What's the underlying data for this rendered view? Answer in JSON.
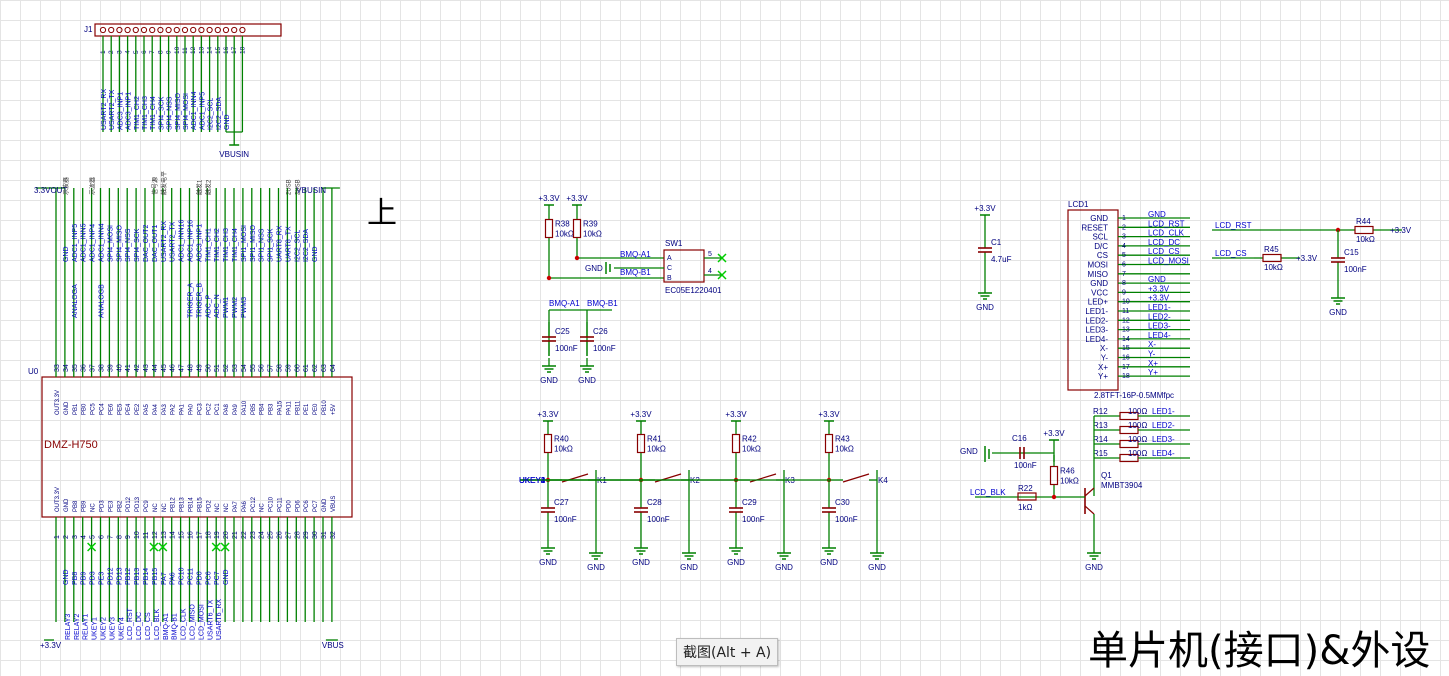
{
  "colors": {
    "wire": "#008000",
    "body": "#880000",
    "net_text": "#0000cc",
    "part_text": "#000080",
    "nc_mark": "#00cc00"
  },
  "j1": {
    "ref": "J1",
    "pins": [
      "1",
      "2",
      "3",
      "4",
      "5",
      "6",
      "7",
      "8",
      "9",
      "10",
      "11",
      "12",
      "13",
      "14",
      "15",
      "16",
      "17",
      "18"
    ],
    "nets": [
      "USART2_RX",
      "USART2_TX",
      "ADC3_INP1",
      "ADC3_INP1",
      "TIM1_CH2",
      "TIM1_CH3",
      "TIM1_CH4",
      "SPI4_SCK",
      "SPI4_NSS",
      "SPI4_MISO",
      "SPI4_MOSI",
      "ADC1_INN4",
      "ADC1_INP5",
      "I2C2_SCL",
      "I2C2_SDA",
      "GND"
    ],
    "power": "VBUSIN"
  },
  "mcu": {
    "ref": "U0",
    "name": "DMZ-H750",
    "top_left_power": "3.3VOUT",
    "top_right_power": "VBUSIN",
    "top_pins": [
      "33",
      "34",
      "35",
      "36",
      "37",
      "38",
      "39",
      "40",
      "41",
      "42",
      "43",
      "44",
      "45",
      "46",
      "47",
      "48",
      "49",
      "50",
      "51",
      "52",
      "53",
      "54",
      "55",
      "56",
      "57",
      "58",
      "59",
      "60",
      "61",
      "62",
      "63",
      "64"
    ],
    "top_ports": [
      "OUT3.3V",
      "GND",
      "PB1",
      "PB0",
      "PC5",
      "PC4",
      "PE6",
      "PE5",
      "PE4",
      "PE2",
      "PA5",
      "PA4",
      "PA3",
      "PA2",
      "PA1",
      "PA0",
      "PC3",
      "PC2",
      "PC1",
      "PA8",
      "PA9",
      "PA10",
      "PB5",
      "PB4",
      "PB3",
      "PA15",
      "PA11",
      "PB11",
      "PE1",
      "PE0",
      "PB10",
      "+5V"
    ],
    "top_nets": [
      "GND",
      "ADC1_INP5",
      "ADC1_INN5",
      "ADC1_INP4",
      "ADC1_INN4",
      "SPI4_MOSI",
      "SPI4_MISO",
      "SPI4_NSS",
      "SPI4_SCK",
      "DAC_OUT2",
      "DAC_OUT1",
      "USART2_RX",
      "USART2_TX",
      "ADC1_INN16",
      "ADC1_INP16",
      "ADC3_INP1",
      "TIM1_CH1",
      "TIM1_CH2",
      "TIM1_CH3",
      "TIM1_CH4",
      "SPI1_MOSI",
      "SPI1_MISO",
      "SPI1_NSS",
      "SPI1_SCK",
      "UART8_RX",
      "UART8_TX",
      "I2C2_SCL",
      "I2C2_SDA",
      "GND"
    ],
    "top_alt_nets": [
      "ANALOGA",
      "ANALOGB",
      "TRIGER_A",
      "TRIGER_B",
      "ADC_P",
      "ADC_N",
      "PWM1",
      "PWM2",
      "PWM3"
    ],
    "top_notes": [
      "示波器",
      "示波器",
      "信号源",
      "触发电平",
      "触发1",
      "触发2",
      "2USB",
      "2USB"
    ],
    "bottom_pins": [
      "1",
      "2",
      "3",
      "4",
      "5",
      "6",
      "7",
      "8",
      "9",
      "10",
      "11",
      "12",
      "13",
      "14",
      "15",
      "16",
      "17",
      "18",
      "19",
      "20",
      "21",
      "22",
      "23",
      "24",
      "25",
      "26",
      "27",
      "28",
      "29",
      "30",
      "31",
      "32"
    ],
    "bottom_ports": [
      "OUT3.3V",
      "GND",
      "PB8",
      "PB9",
      "NC",
      "PD3",
      "PE3",
      "PB2",
      "PD12",
      "PD13",
      "PC9",
      "NC",
      "NC",
      "PB12",
      "PB13",
      "PB14",
      "PB15",
      "PD2",
      "NC",
      "NC",
      "PA7",
      "PA6",
      "PC12",
      "NC",
      "PC10",
      "PC11",
      "PD0",
      "PD6",
      "PC6",
      "PC7",
      "GND",
      "VBUS"
    ],
    "bottom_nets": [
      "GND",
      "PB8",
      "PB9",
      "PD3",
      "PE3",
      "PD12",
      "PD13",
      "PB12",
      "PB13",
      "PB14",
      "PB15",
      "PA7",
      "PA6",
      "PC10",
      "PC11",
      "PD0",
      "PC6",
      "PC7",
      "GND"
    ],
    "bottom_labels": [
      "RELAY3",
      "RELAY2",
      "RELAY1",
      "UKEY1",
      "UKEY2",
      "UKEY3",
      "UKEY4",
      "LCD_RST",
      "LCD_DC",
      "LCD_CS",
      "LCD_BLK",
      "BMQ-A1",
      "BMQ-B1",
      "LCD_CLK",
      "LCD_MISO",
      "LCD_MOSI",
      "USART6_TX",
      "USART6_RX"
    ],
    "bottom_left_power": "+3.3V",
    "bottom_right_power": "VBUS"
  },
  "encoder": {
    "ref": "SW1",
    "part": "EC05E1220401",
    "r1_ref": "R38",
    "r1_val": "10kΩ",
    "r2_ref": "R39",
    "r2_val": "10kΩ",
    "power": "+3.3V",
    "net_a": "BMQ-A1",
    "net_b": "BMQ-B1",
    "gnd": "GND",
    "pin_a": "A",
    "pin_c": "C",
    "pin_b": "B",
    "c1_ref": "C25",
    "c1_val": "100nF",
    "c2_ref": "C26",
    "c2_val": "100nF"
  },
  "keys": [
    {
      "net": "UKEY1",
      "r_ref": "R40",
      "r_val": "10kΩ",
      "c_ref": "C27",
      "c_val": "100nF",
      "k_ref": "K1"
    },
    {
      "net": "UKEY2",
      "r_ref": "R41",
      "r_val": "10kΩ",
      "c_ref": "C28",
      "c_val": "100nF",
      "k_ref": "K2"
    },
    {
      "net": "UKEY3",
      "r_ref": "R42",
      "r_val": "10kΩ",
      "c_ref": "C29",
      "c_val": "100nF",
      "k_ref": "K3"
    },
    {
      "net": "UKEY4",
      "r_ref": "R43",
      "r_val": "10kΩ",
      "c_ref": "C30",
      "c_val": "100nF",
      "k_ref": "K4"
    }
  ],
  "power_label": "+3.3V",
  "gnd_label": "GND",
  "c1": {
    "ref": "C1",
    "val": "4.7uF"
  },
  "lcd": {
    "ref": "LCD1",
    "part": "2.8TFT-16P-0.5MMfpc",
    "pins": [
      "GND",
      "RESET",
      "SCL",
      "D/C",
      "CS",
      "MOSI",
      "MISO",
      "GND",
      "VCC",
      "LED+",
      "LED1-",
      "LED2-",
      "LED3-",
      "LED4-",
      "X-",
      "Y-",
      "X+",
      "Y+"
    ],
    "nums": [
      "1",
      "2",
      "3",
      "4",
      "5",
      "6",
      "7",
      "8",
      "9",
      "10",
      "11",
      "12",
      "13",
      "14",
      "15",
      "16",
      "17",
      "18"
    ],
    "nets": [
      "GND",
      "LCD_RST",
      "LCD_CLK",
      "LCD_DC",
      "LCD_CS",
      "LCD_MOSI",
      "",
      "GND",
      "+3.3V",
      "+3.3V",
      "LED1-",
      "LED2-",
      "LED3-",
      "LED4-",
      "X-",
      "Y-",
      "X+",
      "Y+"
    ],
    "rst_net": "LCD_RST",
    "cs_net": "LCD_CS",
    "r44_ref": "R44",
    "r44_val": "10kΩ",
    "r45_ref": "R45",
    "r45_val": "10kΩ",
    "c15_ref": "C15",
    "c15_val": "100nF"
  },
  "backlight": {
    "resistors": [
      {
        "ref": "R12",
        "val": "100Ω",
        "net": "LED1-"
      },
      {
        "ref": "R13",
        "val": "100Ω",
        "net": "LED2-"
      },
      {
        "ref": "R14",
        "val": "100Ω",
        "net": "LED3-"
      },
      {
        "ref": "R15",
        "val": "100Ω",
        "net": "LED4-"
      }
    ],
    "c16_ref": "C16",
    "c16_val": "100nF",
    "r46_ref": "R46",
    "r46_val": "10kΩ",
    "r22_ref": "R22",
    "r22_val": "1kΩ",
    "q_ref": "Q1",
    "q_part": "MMBT3904",
    "blk_net": "LCD_BLK"
  },
  "page_title": "单片机(接口)&外设",
  "up_mark": "上",
  "tooltip": "截图(Alt + A)"
}
